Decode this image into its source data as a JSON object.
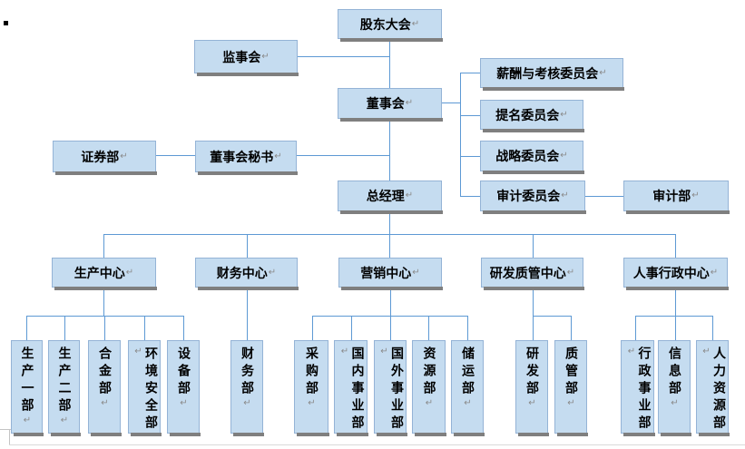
{
  "pilcrow": "↵",
  "icons": {
    "anchor_bullet": "▪"
  },
  "colors": {
    "box_fill": "#C5DCF0",
    "box_border": "#94B3D6",
    "connector_blue": "#5D99D4",
    "shadow_gray": "#7F7F7F",
    "paragraph_mark_gray": "#8A8A8A",
    "page_border_gray": "#C4C4C4"
  },
  "nodes": {
    "shareholders_meeting": "股东大会",
    "supervisory_board": "监事会",
    "board_of_directors": "董事会",
    "compensation_committee": "薪酬与考核委员会",
    "nomination_committee": "提名委员会",
    "strategy_committee": "战略委员会",
    "audit_committee": "审计委员会",
    "audit_dept": "审计部",
    "securities_dept": "证券部",
    "board_secretary": "董事会秘书",
    "general_manager": "总经理",
    "production_center": "生产中心",
    "finance_center": "财务中心",
    "marketing_center": "营销中心",
    "rd_quality_center": "研发质管中心",
    "hr_admin_center": "人事行政中心",
    "production_dept_1": "生产一部",
    "production_dept_2": "生产二部",
    "alloy_dept": "合金部",
    "env_safety_dept": "环境安全部",
    "equipment_dept": "设备部",
    "finance_dept": "财务部",
    "procurement_dept": "采购部",
    "domestic_division": "国内事业部",
    "overseas_division": "国外事业部",
    "resources_dept": "资源部",
    "storage_transport_dept": "储运部",
    "rd_dept": "研发部",
    "quality_dept": "质管部",
    "admin_division": "行政事业部",
    "information_dept": "信息部",
    "hr_dept": "人力资源部"
  }
}
